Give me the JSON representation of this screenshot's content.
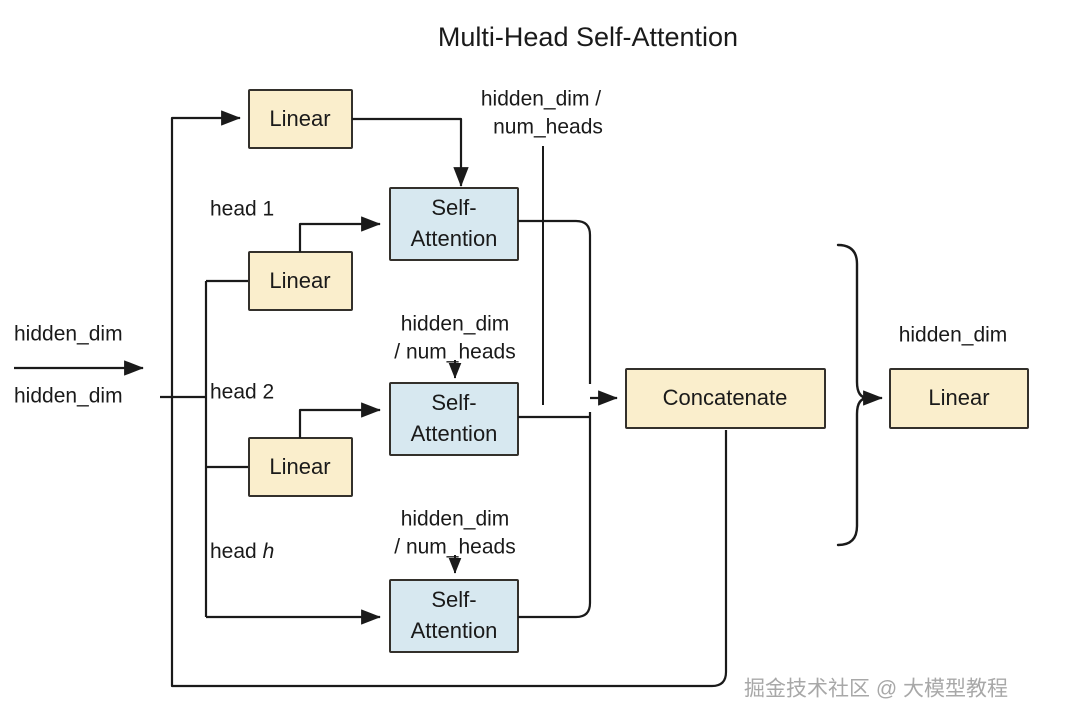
{
  "title": "Multi-Head Self-Attention",
  "colors": {
    "linear_fill": "#faeecc",
    "attention_fill": "#d7e8f0",
    "stroke": "#33302b",
    "line": "#1a1a1a",
    "background": "#ffffff",
    "watermark": "#a8a8a8"
  },
  "nodes": {
    "linear_top": "Linear",
    "linear_head1": "Linear",
    "linear_head2": "Linear",
    "attention_1": {
      "line1": "Self-",
      "line2": "Attention"
    },
    "attention_2": {
      "line1": "Self-",
      "line2": "Attention"
    },
    "attention_3": {
      "line1": "Self-",
      "line2": "Attention"
    },
    "concatenate": "Concatenate",
    "linear_output": "Linear"
  },
  "labels": {
    "input_dim_top": "hidden_dim",
    "input_dim_bottom": "hidden_dim",
    "head_1": "head 1",
    "head_2": "head 2",
    "head_h_prefix": "head ",
    "head_h_var": "h",
    "proj_dim_top_line1": "hidden_dim /",
    "proj_dim_top_line2": "num_heads",
    "proj_dim_mid_line1": "hidden_dim",
    "proj_dim_mid_line2": "/ num_heads",
    "proj_dim_bottom_line1": "hidden_dim",
    "proj_dim_bottom_line2": "/ num_heads",
    "output_dim": "hidden_dim"
  },
  "watermark": "掘金技术社区 @ 大模型教程"
}
